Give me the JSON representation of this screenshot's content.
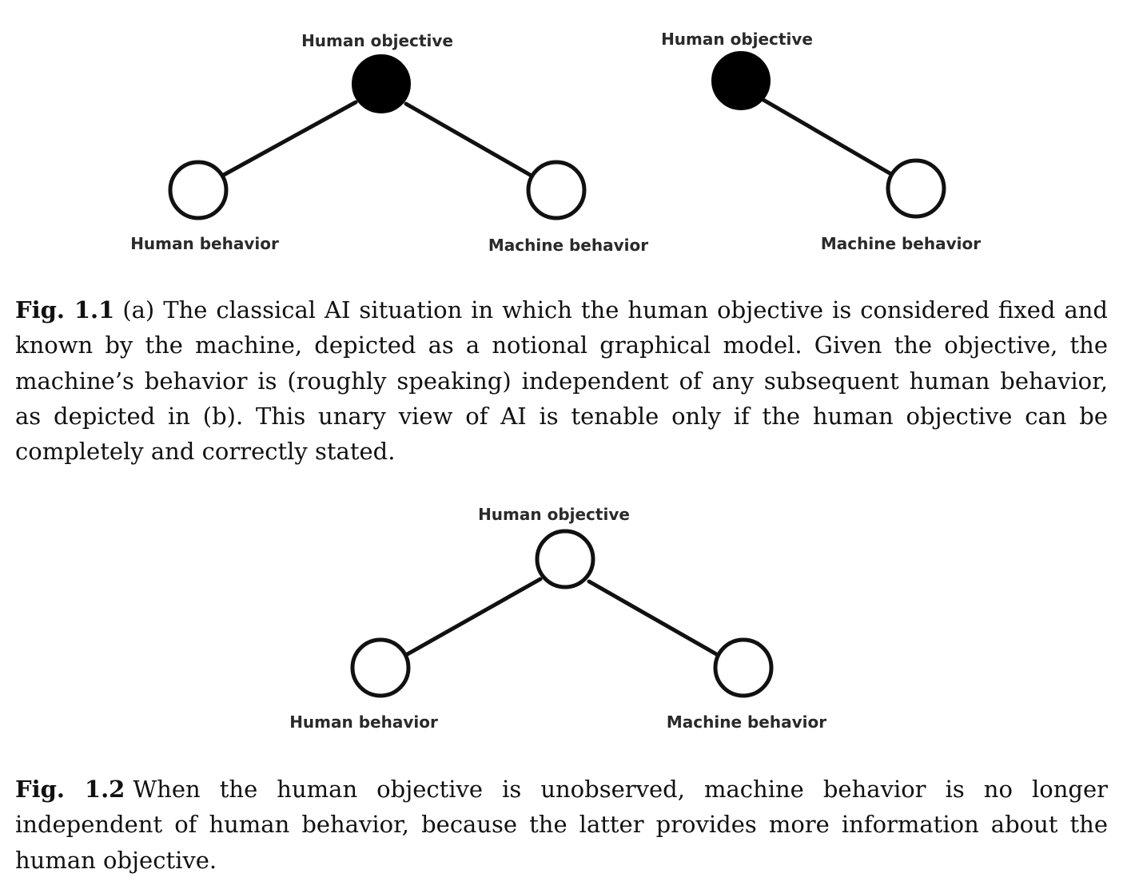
{
  "figure_1_1": {
    "panel_a": {
      "top_node_label": "Human objective",
      "left_node_label": "Human behavior",
      "right_node_label": "Machine behavior"
    },
    "panel_b": {
      "top_node_label": "Human objective",
      "bottom_node_label": "Machine behavior"
    },
    "caption_label": "Fig. 1.1",
    "caption_text": "(a) The classical AI situation in which the human objective is considered fixed and known by the machine, depicted as a notional graphical model. Given the objective, the machine’s behavior is (roughly speaking) independent of any subsequent human behavior, as depicted in (b). This unary view of AI is tenable only if the human objective can be completely and correctly stated."
  },
  "figure_1_2": {
    "top_node_label": "Human objective",
    "left_node_label": "Human behavior",
    "right_node_label": "Machine behavior",
    "caption_label": "Fig. 1.2",
    "caption_text": "When the human objective is unobserved, machine behavior is no longer independent of human behavior, because the latter provides more information about the human objective."
  }
}
